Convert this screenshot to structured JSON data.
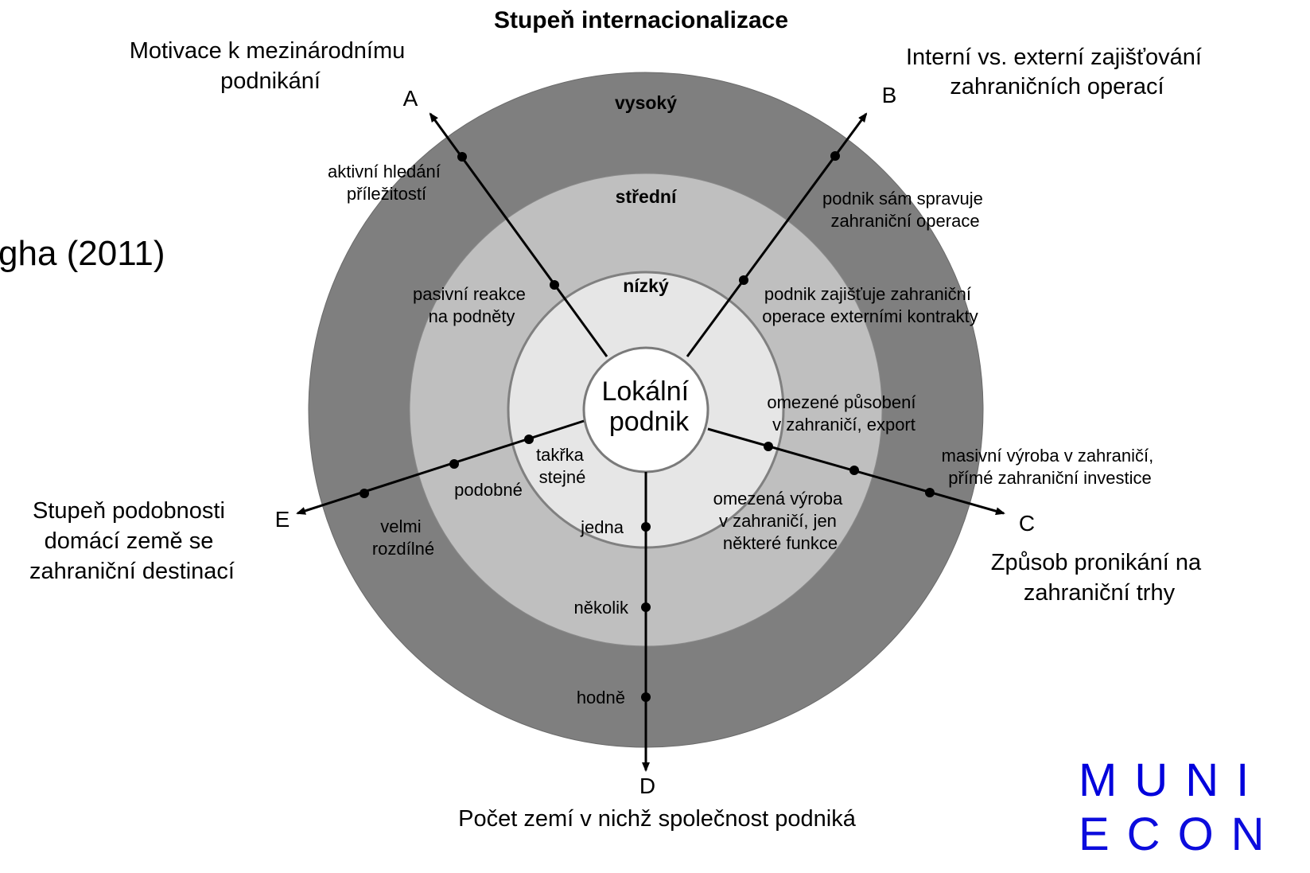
{
  "title": "Stupeň internacionalizace",
  "citation": "gha (2011)",
  "center": {
    "line1": "Lokální",
    "line2": "podnik"
  },
  "rings": {
    "outer": "vysoký",
    "middle": "střední",
    "inner": "nízký"
  },
  "axes": {
    "A": {
      "letter": "A",
      "dimension": [
        "Motivace k mezinárodnímu",
        "podnikání"
      ],
      "levels": {
        "outer": [
          "aktivní hledání",
          "příležitostí"
        ],
        "middle": [
          "pasivní reakce",
          "na podněty"
        ]
      }
    },
    "B": {
      "letter": "B",
      "dimension": [
        "Interní vs. externí zajišťování",
        "zahraničních operací"
      ],
      "levels": {
        "outer": [
          "podnik sám spravuje",
          "zahraniční operace"
        ],
        "middle": [
          "podnik zajišťuje zahraniční",
          "operace externími kontrakty"
        ]
      }
    },
    "C": {
      "letter": "C",
      "dimension": [
        "Způsob pronikání na",
        "zahraniční trhy"
      ],
      "levels": {
        "inner": [
          "omezené působení",
          "v zahraničí, export"
        ],
        "middle": [
          "omezená výroba",
          "v zahraničí, jen",
          "některé funkce"
        ],
        "outer": [
          "masivní výroba v zahraničí,",
          "přímé zahraniční investice"
        ]
      }
    },
    "D": {
      "letter": "D",
      "dimension": [
        "Počet zemí v nichž společnost podniká"
      ],
      "levels": {
        "inner": [
          "jedna"
        ],
        "middle": [
          "několik"
        ],
        "outer": [
          "hodně"
        ]
      }
    },
    "E": {
      "letter": "E",
      "dimension": [
        "Stupeň podobnosti",
        "domácí země se",
        "zahraniční destinací"
      ],
      "levels": {
        "inner": [
          "takřka",
          "stejné"
        ],
        "middle": [
          "podobné"
        ],
        "outer": [
          "velmi",
          "rozdílné"
        ]
      }
    }
  },
  "logo": {
    "line1": "MUNI",
    "line2": "ECON"
  },
  "colors": {
    "outer_ring": "#7f7f7f",
    "middle_ring": "#bfbfbf",
    "inner_ring": "#e6e6e6",
    "center": "#ffffff",
    "logo": "#0000dc"
  }
}
